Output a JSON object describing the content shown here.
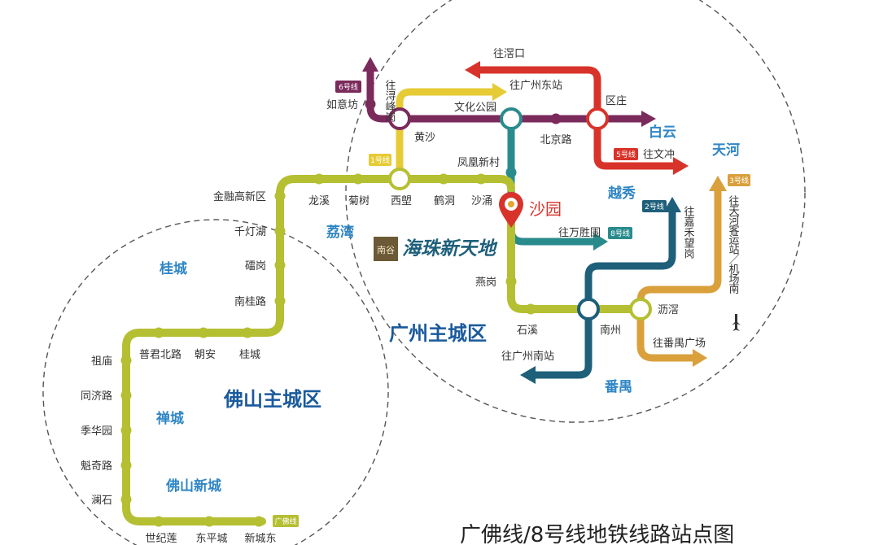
{
  "districts": {
    "guicheng": "桂城",
    "chancheng": "禅城",
    "foshan_xincheng": "佛山新城",
    "liwan": "荔湾",
    "yuexiu": "越秀",
    "baiyun": "白云",
    "tianhe": "天河",
    "panyu": "番禺"
  },
  "areas": {
    "guangzhou": "广州主城区",
    "foshan": "佛山主城区"
  },
  "focus_station": "沙园",
  "brand": {
    "logo_text": "海珠新天地",
    "seal_text": "南谷"
  },
  "stations": {
    "jinrong": "金融高新区",
    "qiandenghu": "千灯湖",
    "leigang": "礌岗",
    "nanguilu": "南桂路",
    "guicheng": "桂城",
    "chaoan": "朝安",
    "pujunbeilu": "普君北路",
    "zumiao": "祖庙",
    "tongjilu": "同济路",
    "jihuayuan": "季华园",
    "kuiqilu": "魁奇路",
    "lanshi": "澜石",
    "shijilian": "世纪莲",
    "dongpingcheng": "东平城",
    "xinchengdong": "新城东",
    "longxi": "龙溪",
    "jushu": "菊树",
    "xilang": "西塱",
    "hedong": "鹤洞",
    "shachong": "沙涌",
    "huangsha": "黄沙",
    "ruyifang": "如意坊",
    "wenhuagongyuan": "文化公园",
    "fenghuangxincun": "凤凰新村",
    "beijinglu": "北京路",
    "quzhuang": "区庄",
    "yangang": "燕岗",
    "shixi": "石溪",
    "nanzhou": "南州",
    "lijiao": "沥滘"
  },
  "directions": {
    "xunfenggang": "往浔峰岗",
    "xiaokou": "往滘口",
    "guangzhoudong": "往广州东站",
    "wenchong": "往文冲",
    "wanshengwei": "往万胜围",
    "jiahewanggang": "往嘉禾望岗",
    "tianhekeyun": "往天河客运站／机场南",
    "panyuguangchang": "往番禺广场",
    "guangzhounan": "往广州南站"
  },
  "line_badges": {
    "l6": "6号线",
    "l1": "1号线",
    "l5": "5号线",
    "l8": "8号线",
    "l2": "2号线",
    "l3": "3号线",
    "gf": "广佛线"
  },
  "title": "广佛线/8号线地铁线路站点图",
  "colors": {
    "guangfo_line": "#b5bf32",
    "line1": "#e6cb35",
    "line2": "#1e5f7a",
    "line3": "#d9a03c",
    "line5": "#d8332a",
    "line6": "#7b2a5c",
    "line8": "#2a8b8c",
    "district_text": "#2f86c6",
    "area_text": "#1a5a9c",
    "marker": "#d8332a"
  }
}
